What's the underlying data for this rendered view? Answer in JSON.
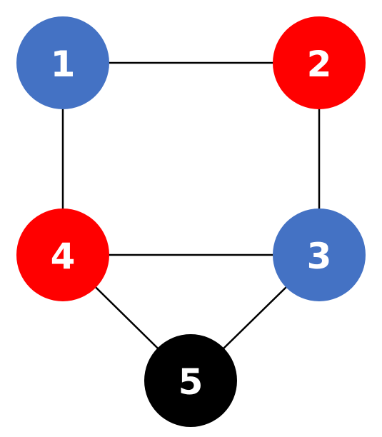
{
  "graph": {
    "nodes": [
      {
        "id": "1",
        "label": "1",
        "color": "#4472C4"
      },
      {
        "id": "2",
        "label": "2",
        "color": "#FF0000"
      },
      {
        "id": "3",
        "label": "3",
        "color": "#4472C4"
      },
      {
        "id": "4",
        "label": "4",
        "color": "#FF0000"
      },
      {
        "id": "5",
        "label": "5",
        "color": "#000000"
      }
    ],
    "edges": [
      {
        "from": "1",
        "to": "2"
      },
      {
        "from": "1",
        "to": "4"
      },
      {
        "from": "2",
        "to": "3"
      },
      {
        "from": "4",
        "to": "3"
      },
      {
        "from": "4",
        "to": "5"
      },
      {
        "from": "3",
        "to": "5"
      }
    ]
  }
}
